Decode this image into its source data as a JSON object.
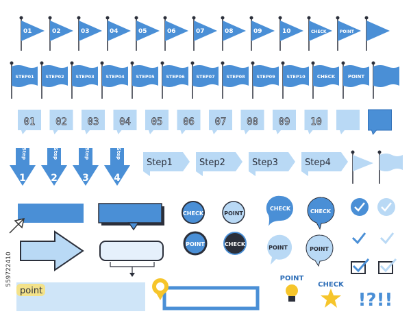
{
  "colors": {
    "blue": "#4a8fd6",
    "light_blue": "#b9d9f5",
    "dark_blue": "#2f6fb8",
    "dark": "#2b2f3a",
    "yellow": "#f6c52b",
    "label_yellow": "#f3e28a"
  },
  "row1_flags": [
    "01",
    "02",
    "03",
    "04",
    "05",
    "06",
    "07",
    "08",
    "09",
    "10",
    "CHECK",
    "POINT",
    ""
  ],
  "row2_flags": [
    "STEP01",
    "STEP02",
    "STEP03",
    "STEP04",
    "STEP05",
    "STEP06",
    "STEP07",
    "STEP08",
    "STEP09",
    "STEP10",
    "CHECK",
    "POINT",
    ""
  ],
  "number_tags": [
    "01",
    "02",
    "03",
    "04",
    "05",
    "06",
    "07",
    "08",
    "09",
    "10",
    "",
    ""
  ],
  "step_down_arrows": [
    {
      "word": "Step",
      "num": "1"
    },
    {
      "word": "Step",
      "num": "2"
    },
    {
      "word": "Step",
      "num": "3"
    },
    {
      "word": "Step",
      "num": "4"
    }
  ],
  "step_ribbons": [
    "Step1",
    "Step2",
    "Step3",
    "Step4"
  ],
  "badges": {
    "check": "CHECK",
    "point": "POINT"
  },
  "bottom": {
    "point_label": "point",
    "point_word": "POINT",
    "check_word": "CHECK",
    "punctuation": "!?!!"
  },
  "stock_id": "559722410"
}
